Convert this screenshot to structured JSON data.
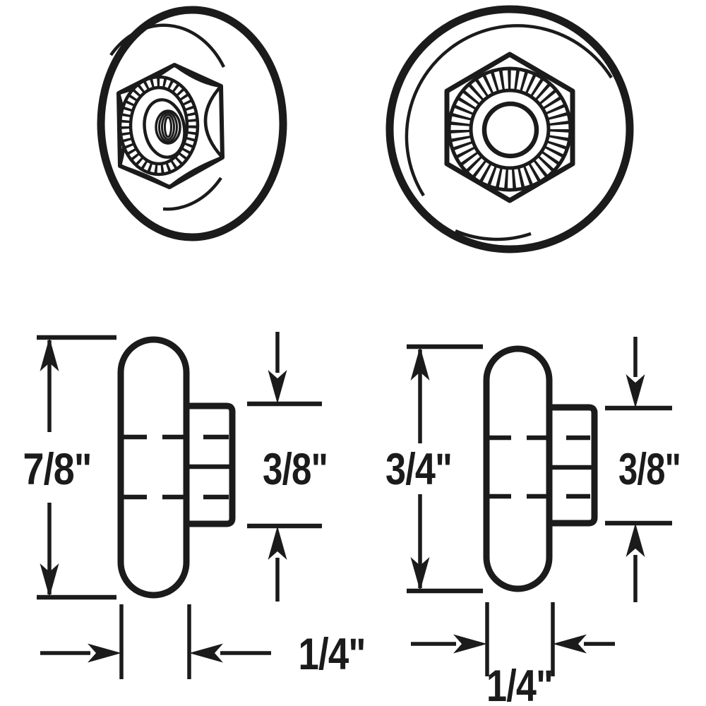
{
  "colors": {
    "line": "#1b1b1b",
    "background": "#ffffff"
  },
  "dimensions": {
    "left_roller": {
      "height": "7/8\"",
      "hub_depth": "3/8\"",
      "tread_width": "1/4\""
    },
    "right_roller": {
      "height": "3/4\"",
      "hub_depth": "3/8\"",
      "tread_width": "1/4\""
    }
  }
}
